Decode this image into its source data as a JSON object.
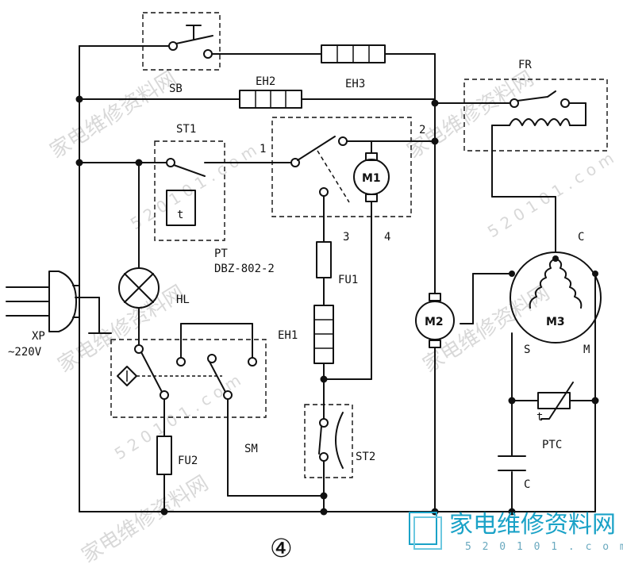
{
  "labels": {
    "sb": "SB",
    "eh2": "EH2",
    "eh3": "EH3",
    "fr": "FR",
    "st1": "ST1",
    "n1": "1",
    "n2": "2",
    "n3": "3",
    "n4": "4",
    "m1": "M1",
    "pt": "PT",
    "model": "DBZ-802-2",
    "fu1": "FU1",
    "hl": "HL",
    "xp": "XP",
    "voltage": "~220V",
    "m2": "M2",
    "m3": "M3",
    "c_top": "C",
    "s": "S",
    "m": "M",
    "eh1": "EH1",
    "ptc": "PTC",
    "fu2": "FU2",
    "sm": "SM",
    "st2": "ST2",
    "c_cap": "C",
    "t_timer": "t",
    "t_ptc": "t",
    "figure": "④"
  },
  "watermark": {
    "text": "家电维修资料网",
    "url": "5 2 0 1 0 1 . c o m"
  },
  "colors": {
    "line": "#111111",
    "watermark": "#b9b9b9",
    "logo": "#1aa2c7"
  }
}
